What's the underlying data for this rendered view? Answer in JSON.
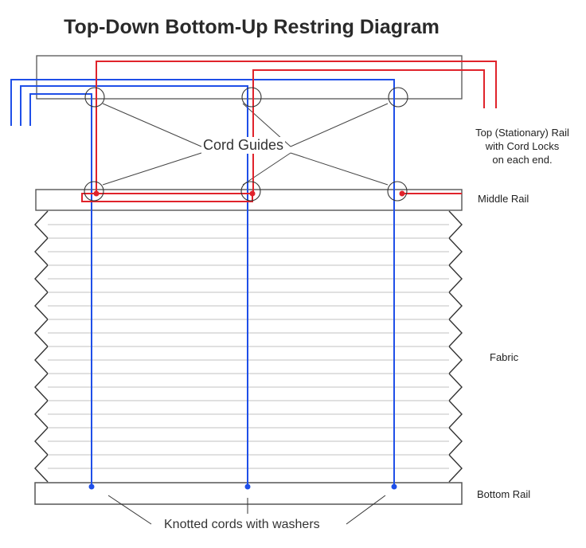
{
  "title": "Top-Down Bottom-Up Restring Diagram",
  "labels": {
    "top_rail": [
      "Top (Stationary) Rail",
      "with Cord Locks",
      "on each end."
    ],
    "middle_rail": "Middle Rail",
    "fabric": "Fabric",
    "bottom_rail": "Bottom Rail",
    "cord_guides": "Cord Guides",
    "knotted_cords": "Knotted cords with washers"
  },
  "colors": {
    "blue_cord": "#1f4fe8",
    "red_cord": "#e0232b",
    "rail_outline": "#555555",
    "fabric_lines": "#bdbdbd"
  }
}
